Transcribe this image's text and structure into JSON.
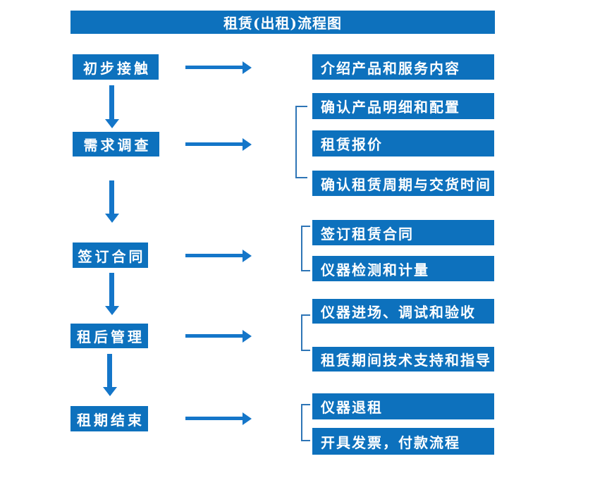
{
  "title": "租赁(出租)流程图",
  "colors": {
    "primary_blue": "#0d71bd",
    "arrow_blue": "#1476c9",
    "bracket_blue": "#2e75b6",
    "text_white": "#ffffff"
  },
  "icons": {
    "arrow_right": "css-right-arrow-shape",
    "arrow_down": "css-down-arrow-shape",
    "bracket_left": "css-left-square-bracket-shape"
  },
  "steps": [
    {
      "label": "初步接触",
      "details": [
        "介绍产品和服务内容"
      ]
    },
    {
      "label": "需求调查",
      "details": [
        "确认产品明细和配置",
        "租赁报价",
        "确认租赁周期与交货时间"
      ]
    },
    {
      "label": "签订合同",
      "details": [
        "签订租赁合同",
        "仪器检测和计量"
      ]
    },
    {
      "label": "租后管理",
      "details": [
        "仪器进场、调试和验收",
        "租赁期间技术支持和指导"
      ]
    },
    {
      "label": "租期结束",
      "details": [
        "仪器退租",
        "开具发票，付款流程"
      ]
    }
  ]
}
